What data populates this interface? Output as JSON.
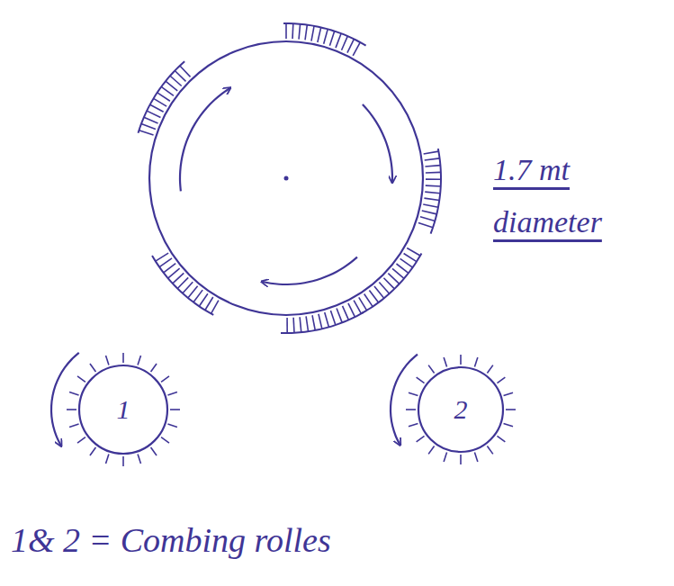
{
  "diagram": {
    "nodes": [
      {
        "text": [
          "1"
        ]
      },
      {
        "text": [
          "2"
        ]
      }
    ],
    "labels": [
      "1.7 mt diameter",
      "1& 2 = Combing rolles"
    ]
  }
}
